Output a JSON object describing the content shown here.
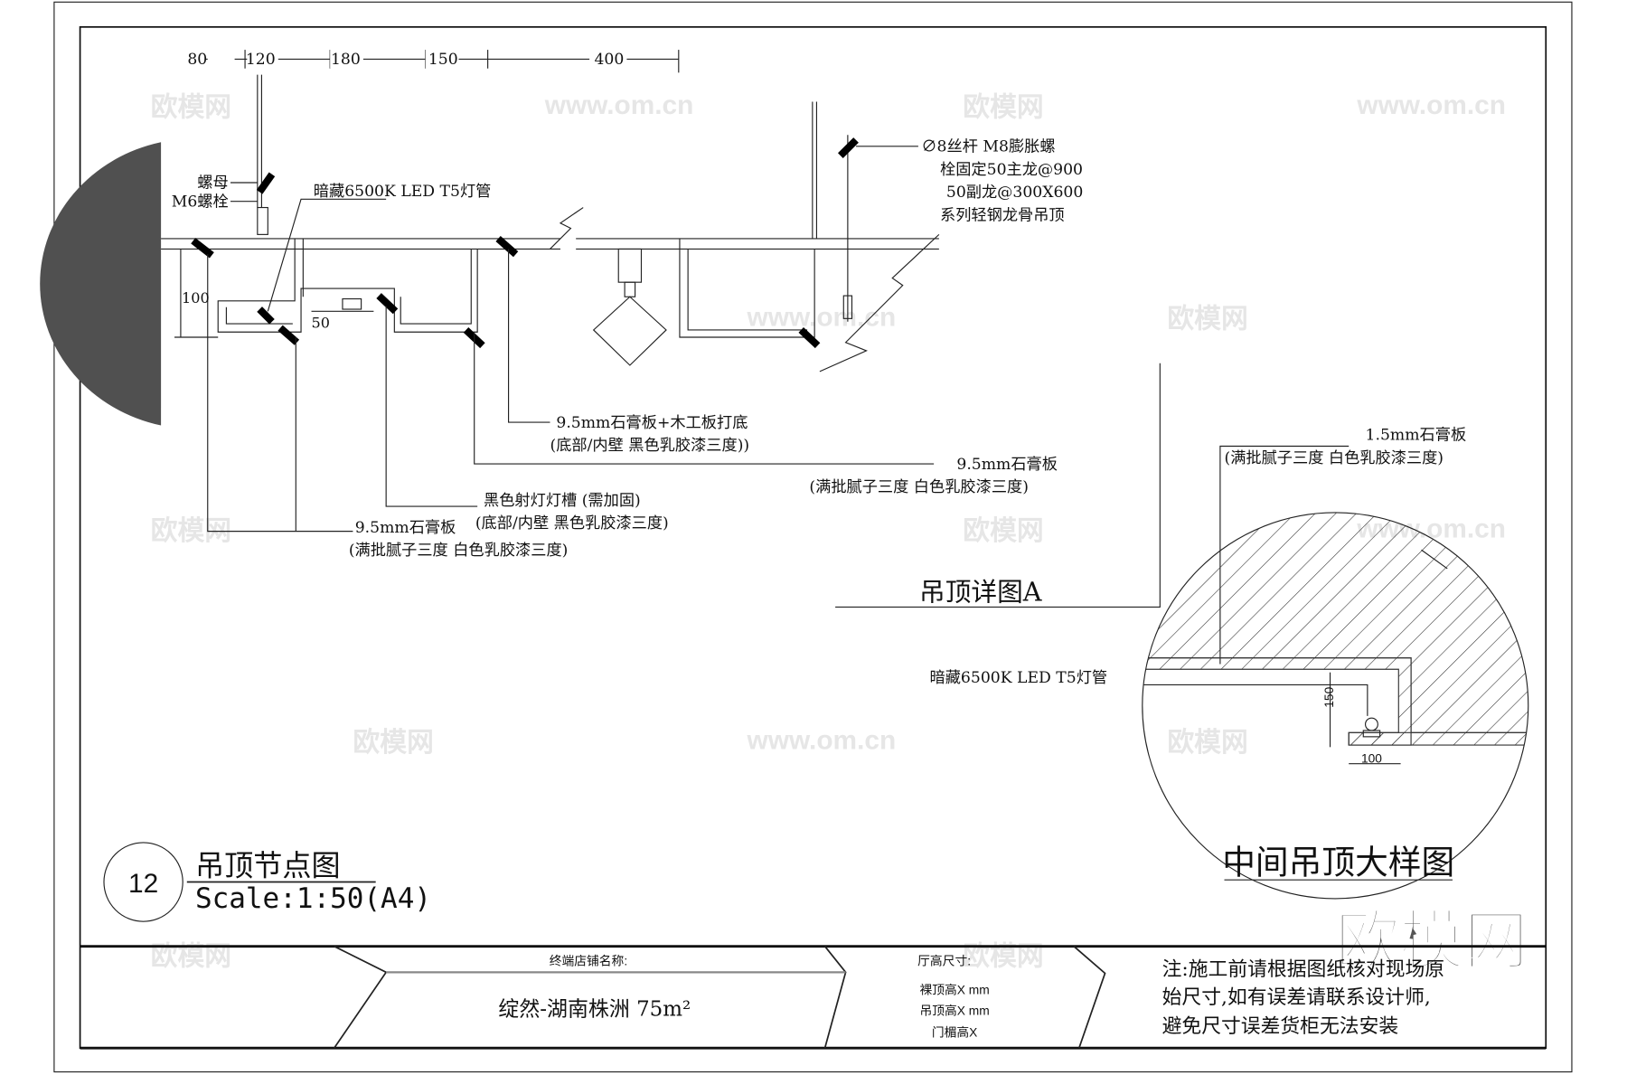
{
  "drawing": {
    "top_dims": [
      "80",
      "120",
      "180",
      "150",
      "400"
    ],
    "labels": {
      "nut": "螺母",
      "bolt": "M6螺栓",
      "led_left": "暗藏6500K  LED T5灯管",
      "rod_1": "∅8丝杆 M8膨胀螺",
      "rod_2": "栓固定50主龙@900",
      "rod_3": "50副龙@300X600",
      "rod_4": "系列轻钢龙骨吊顶",
      "dim_100": "100",
      "dim_50": "50",
      "board_wood_1": "9.5mm石膏板+木工板打底",
      "board_wood_2": "(底部/内壁 黑色乳胶漆三度))",
      "board_right_1": "9.5mm石膏板",
      "board_right_2": "(满批腻子三度 白色乳胶漆三度)",
      "spot_slot_1": "黑色射灯灯槽 (需加固)",
      "spot_slot_2": "(底部/内壁 黑色乳胶漆三度)",
      "board_left_1": "9.5mm石膏板",
      "board_left_2": "(满批腻子三度 白色乳胶漆三度)",
      "detail_a": "吊顶详图A"
    },
    "detail": {
      "board_1": "1.5mm石膏板",
      "board_2": "(满批腻子三度 白色乳胶漆三度)",
      "led": "暗藏6500K  LED T5灯管",
      "dim_150": "150",
      "dim_100": "100",
      "title": "中间吊顶大样图"
    },
    "title": {
      "number": "12",
      "name": "吊顶节点图",
      "scale": "Scale:1:50(A4)"
    }
  },
  "title_block": {
    "store_label": "终端店铺名称:",
    "store_value": "绽然-湖南株洲 75m²",
    "height_label": "厅高尺寸:",
    "heights": [
      "裸顶高X mm",
      "吊顶高X mm",
      "门楣高X"
    ],
    "note": [
      "注:施工前请根据图纸核对现场原",
      "始尺寸,如有误差请联系设计师,",
      "避免尺寸误差货柜无法安装"
    ]
  },
  "watermark": {
    "logo": "欧模网",
    "url": "www.om.cn"
  }
}
